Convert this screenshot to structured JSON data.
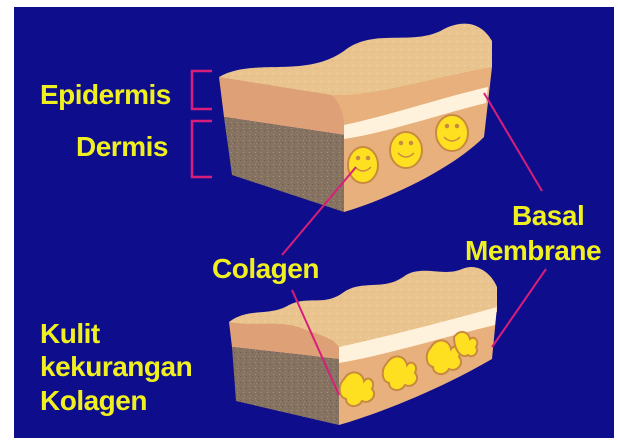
{
  "labels": {
    "epidermis": "Epidermis",
    "dermis": "Dermis",
    "basal_line1": "Basal",
    "basal_line2": "Membrane",
    "collagen": "Colagen",
    "low_collagen_line1": "Kulit",
    "low_collagen_line2": "kekurangan",
    "low_collagen_line3": "Kolagen"
  },
  "colors": {
    "background": "#0e0e8c",
    "label_text": "#f0f020",
    "pointer_line": "#d81e7a",
    "skin_surface": "#e8c088",
    "dermis_side": "#8a7660",
    "collagen_fiber": "#ffe020"
  }
}
